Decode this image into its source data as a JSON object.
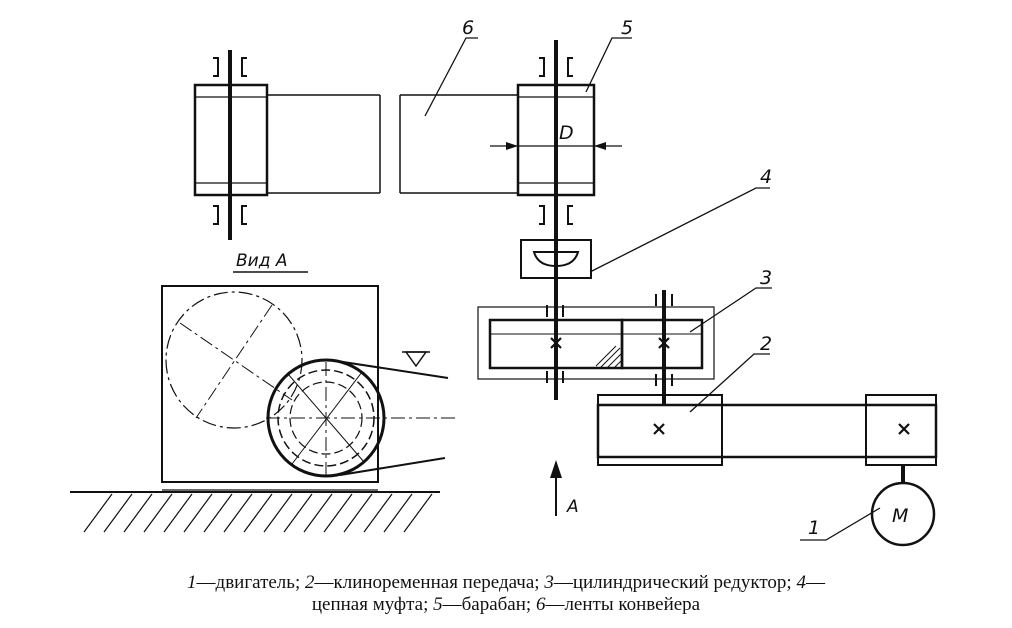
{
  "labels": {
    "belt": "6",
    "drum": "5",
    "coupling": "4",
    "reducer": "3",
    "v_belt": "2",
    "motor": "1",
    "motor_symbol": "M",
    "diameter": "D",
    "view_title": "Вид А",
    "view_arrow": "A"
  },
  "legend": [
    {
      "num": "1",
      "text": "двигатель;"
    },
    {
      "num": "2",
      "text": "клиноременная передача;"
    },
    {
      "num": "3",
      "text": "цилиндрический редуктор;"
    },
    {
      "num": "4",
      "text": "цепная муфта;"
    },
    {
      "num": "5",
      "text": "барабан;"
    },
    {
      "num": "6",
      "text": "ленты конвейера"
    }
  ],
  "colors": {
    "ink": "#111111",
    "background": "#ffffff"
  }
}
